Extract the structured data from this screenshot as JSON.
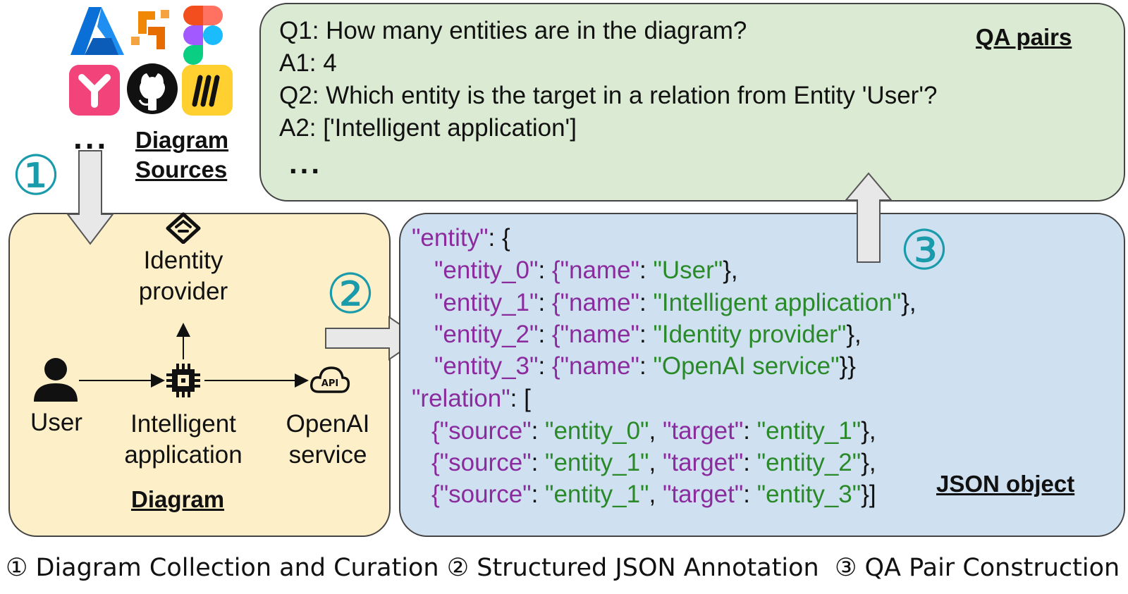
{
  "sources": {
    "title_line1": "Diagram",
    "title_line2": "Sources",
    "ellipsis": "...",
    "logos": [
      "azure-logo",
      "draw-io-logo",
      "figma-logo",
      "yworks-logo",
      "github-logo",
      "miro-logo"
    ],
    "logo_colors": {
      "azure": "#0a6fd6",
      "drawio": "#f08705",
      "figma_red": "#f24e1e",
      "figma_purple": "#a259ff",
      "figma_blue": "#1abcfe",
      "figma_green": "#0acf83",
      "yworks": "#f2437a",
      "github": "#111111",
      "miro": "#ffd02f"
    }
  },
  "steps": {
    "step1": "①",
    "step2": "②",
    "step3": "③"
  },
  "diagram": {
    "title": "Diagram",
    "identity_provider": [
      "Identity",
      "provider"
    ],
    "user": "User",
    "intelligent_application": [
      "Intelligent",
      "application"
    ],
    "openai_service": [
      "OpenAI",
      "service"
    ],
    "api_badge": "API"
  },
  "qa": {
    "title": "QA pairs",
    "lines": [
      "Q1: How many entities are in the diagram?",
      "A1: 4",
      "Q2: Which entity is the target in a relation from Entity 'User'?",
      "A2: ['Intelligent application']",
      "..."
    ]
  },
  "json": {
    "title": "JSON object",
    "entity_key": "\"entity\"",
    "entities": [
      {
        "id": "\"entity_0\"",
        "name_key": "{\"name\"",
        "name": "\"User\"",
        "end": "},"
      },
      {
        "id": "\"entity_1\"",
        "name_key": "{\"name\"",
        "name": "\"Intelligent application\"",
        "end": "},"
      },
      {
        "id": "\"entity_2\"",
        "name_key": "{\"name\"",
        "name": "\"Identity provider\"",
        "end": "},"
      },
      {
        "id": "\"entity_3\"",
        "name_key": "{\"name\"",
        "name": "\"OpenAI service\"",
        "end": "}}"
      }
    ],
    "relation_key": "\"relation\"",
    "relations": [
      {
        "source_key": "{\"source\"",
        "source": "\"entity_0\"",
        "target_key": "\"target\"",
        "target": "\"entity_1\"",
        "end": "},"
      },
      {
        "source_key": "{\"source\"",
        "source": "\"entity_1\"",
        "target_key": "\"target\"",
        "target": "\"entity_2\"",
        "end": "},"
      },
      {
        "source_key": "{\"source\"",
        "source": "\"entity_1\"",
        "target_key": "\"target\"",
        "target": "\"entity_3\"",
        "end": "}]"
      }
    ]
  },
  "caption": "① Diagram Collection and Curation ② Structured JSON Annotation  ③ QA Pair Construction"
}
